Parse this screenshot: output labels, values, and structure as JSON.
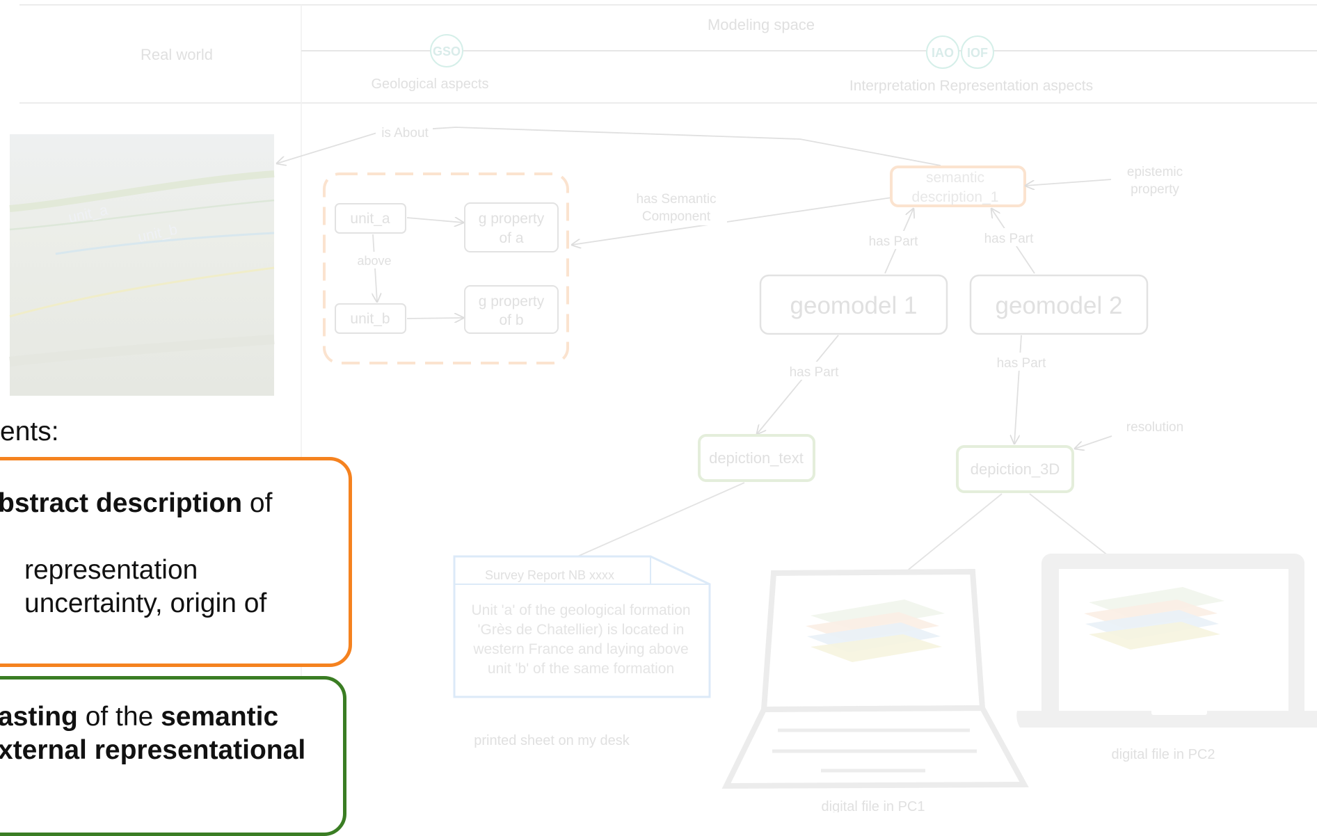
{
  "header": {
    "modeling_space": "Modeling space",
    "real_world": "Real world",
    "geological_aspects": "Geological aspects",
    "interp_aspects": "Interpretation Representation aspects",
    "badges": [
      "GSO",
      "IAO",
      "IOF"
    ]
  },
  "photo": {
    "label_a": "unit_a",
    "label_b": "unit_b"
  },
  "relations": {
    "is_about": "is About",
    "has_semantic_component": [
      "has Semantic",
      "Component"
    ],
    "epistemic_property": [
      "epistemic",
      "property"
    ],
    "has_part_1": "has Part",
    "has_part_2": "has Part",
    "has_part_3": "has Part",
    "has_part_4": "has Part",
    "resolution": "resolution",
    "above": "above"
  },
  "nodes": {
    "unit_a": "unit_a",
    "unit_b": "unit_b",
    "g_property_a": [
      "g property",
      "of a"
    ],
    "g_property_b": [
      "g property",
      "of b"
    ],
    "semantic_description": [
      "semantic",
      "description_1"
    ],
    "geomodel_1": "geomodel 1",
    "geomodel_2": "geomodel 2",
    "depiction_text": "depiction_text",
    "depiction_3d": "depiction_3D"
  },
  "report": {
    "title": "Survey Report NB xxxx",
    "lines": [
      "Unit 'a' of the geological formation",
      "'Grès de Chatellier) is located in",
      "western France and laying above",
      "unit 'b' of the same formation"
    ],
    "caption": "printed sheet on my desk"
  },
  "captions": {
    "pc1": "digital file in PC1",
    "pc2": "digital file in PC2"
  },
  "left_panel": {
    "intro": "ents:",
    "orange_box": {
      "line1_bold": "bstract description",
      "line1_rest": " of",
      "line2": "representation",
      "line3": "uncertainty, origin of"
    },
    "green_box": {
      "line1_bold_a": "asting",
      "line1_mid": " of the ",
      "line1_bold_b": "semantic",
      "line2_bold": "xternal representational"
    }
  },
  "colors": {
    "orange": "#f5821f",
    "green": "#3a7d23",
    "faint_text": "#e0e0e0",
    "faint_line": "#e3e3e3",
    "faint_orange": "#fbe3cf",
    "faint_green": "#e4eedb",
    "faint_blue": "#dceaf8",
    "faint_teal": "#d5efe9"
  }
}
